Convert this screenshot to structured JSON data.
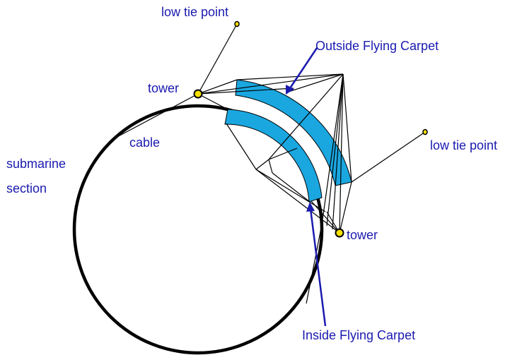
{
  "labels": {
    "low_tie_top": "low tie point",
    "outside_carpet": "Outside Flying Carpet",
    "tower_left": "tower",
    "low_tie_right": "low tie point",
    "cable": "cable",
    "submarine_line1": "submarine",
    "submarine_line2": "section",
    "tower_right": "tower",
    "inside_carpet": "Inside Flying Carpet"
  },
  "colors": {
    "label_text": "#1a1ab0",
    "carpet_fill": "#1aa7e0",
    "tower_fill": "#f5e000",
    "arrow": "#1a1ab0",
    "outline": "#000000"
  }
}
